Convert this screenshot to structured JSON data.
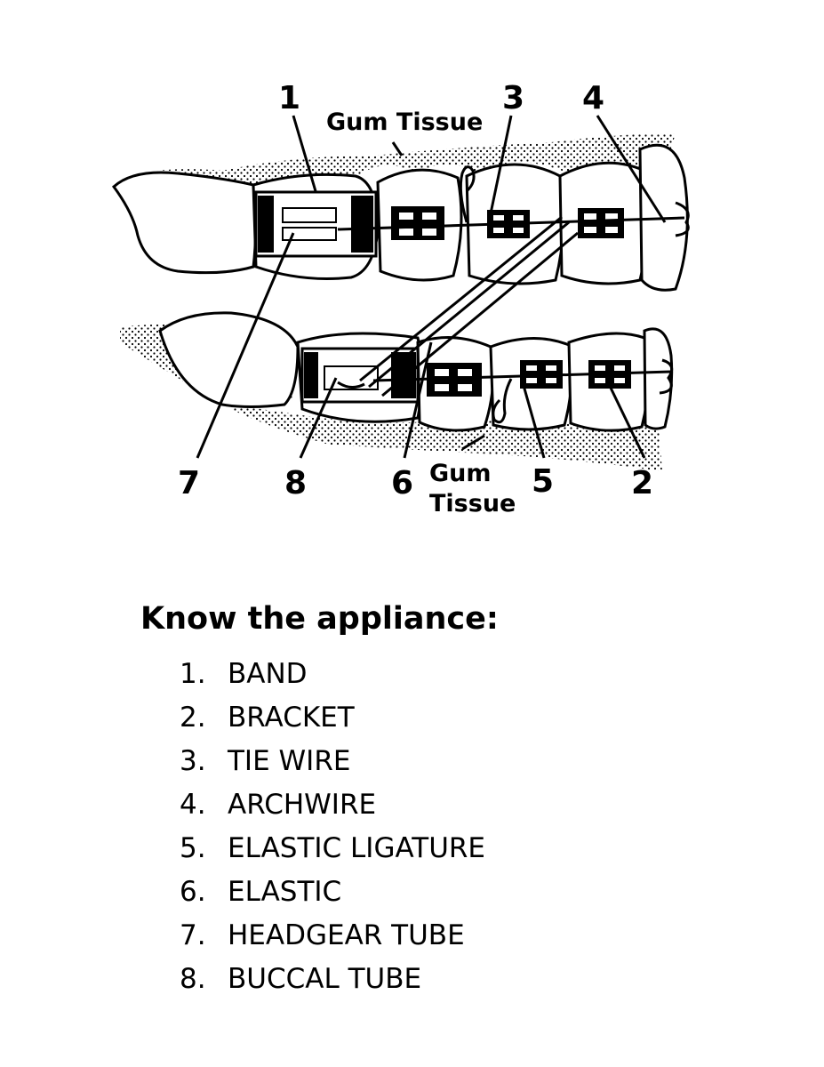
{
  "diagram": {
    "callouts": [
      "1",
      "2",
      "3",
      "4",
      "5",
      "6",
      "7",
      "8"
    ],
    "gum_tissue_upper": "Gum Tissue",
    "gum_tissue_lower": [
      "Gum",
      "Tissue"
    ]
  },
  "legend": {
    "title": "Know the appliance:",
    "items": [
      {
        "num": "1.",
        "label": "BAND"
      },
      {
        "num": "2.",
        "label": "BRACKET"
      },
      {
        "num": "3.",
        "label": "TIE WIRE"
      },
      {
        "num": "4.",
        "label": "ARCHWIRE"
      },
      {
        "num": "5.",
        "label": "ELASTIC LIGATURE"
      },
      {
        "num": "6.",
        "label": "ELASTIC"
      },
      {
        "num": "7.",
        "label": "HEADGEAR TUBE"
      },
      {
        "num": "8.",
        "label": "BUCCAL TUBE"
      }
    ]
  }
}
